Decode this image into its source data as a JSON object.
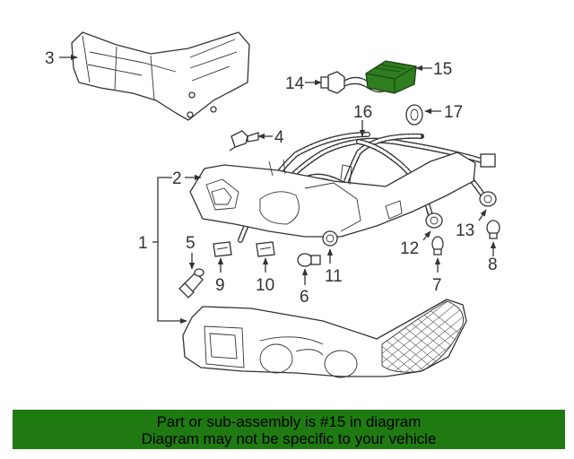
{
  "diagram": {
    "callouts": [
      "1",
      "2",
      "3",
      "4",
      "5",
      "6",
      "7",
      "8",
      "9",
      "10",
      "11",
      "12",
      "13",
      "14",
      "15",
      "16",
      "17"
    ],
    "highlight_color": "#2e7d1e"
  },
  "footer": {
    "line1": "Part or sub-assembly is #15 in diagram",
    "line2": "Diagram may not be specific to your vehicle",
    "background": "#1f7a12"
  }
}
